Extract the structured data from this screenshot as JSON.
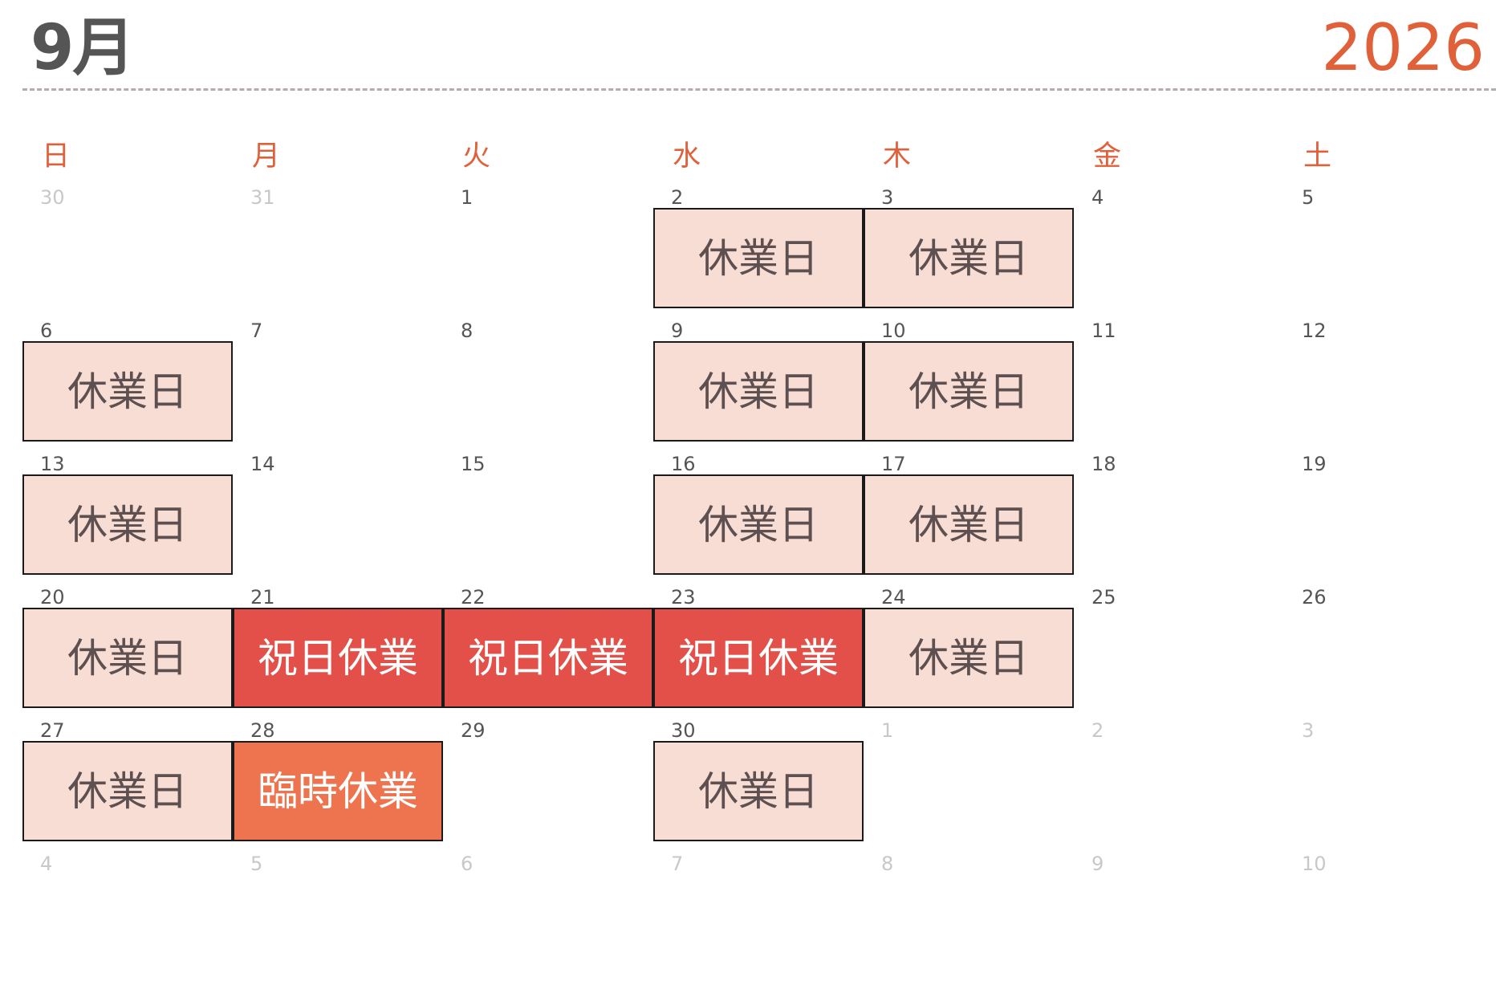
{
  "header": {
    "month": "9月",
    "year": "2026"
  },
  "weekdays": [
    "日",
    "月",
    "火",
    "水",
    "木",
    "金",
    "土"
  ],
  "colors": {
    "accent": "#e0603a",
    "rest_bg": "#f8ddd5",
    "holiday_bg": "#e25049",
    "temp_bg": "#ee7450"
  },
  "weeks": [
    [
      {
        "day": "30",
        "other": true,
        "label": "",
        "kind": ""
      },
      {
        "day": "31",
        "other": true,
        "label": "",
        "kind": ""
      },
      {
        "day": "1",
        "other": false,
        "label": "",
        "kind": ""
      },
      {
        "day": "2",
        "other": false,
        "label": "休業日",
        "kind": "rest"
      },
      {
        "day": "3",
        "other": false,
        "label": "休業日",
        "kind": "rest"
      },
      {
        "day": "4",
        "other": false,
        "label": "",
        "kind": ""
      },
      {
        "day": "5",
        "other": false,
        "label": "",
        "kind": ""
      }
    ],
    [
      {
        "day": "6",
        "other": false,
        "label": "休業日",
        "kind": "rest"
      },
      {
        "day": "7",
        "other": false,
        "label": "",
        "kind": ""
      },
      {
        "day": "8",
        "other": false,
        "label": "",
        "kind": ""
      },
      {
        "day": "9",
        "other": false,
        "label": "休業日",
        "kind": "rest"
      },
      {
        "day": "10",
        "other": false,
        "label": "休業日",
        "kind": "rest"
      },
      {
        "day": "11",
        "other": false,
        "label": "",
        "kind": ""
      },
      {
        "day": "12",
        "other": false,
        "label": "",
        "kind": ""
      }
    ],
    [
      {
        "day": "13",
        "other": false,
        "label": "休業日",
        "kind": "rest"
      },
      {
        "day": "14",
        "other": false,
        "label": "",
        "kind": ""
      },
      {
        "day": "15",
        "other": false,
        "label": "",
        "kind": ""
      },
      {
        "day": "16",
        "other": false,
        "label": "休業日",
        "kind": "rest"
      },
      {
        "day": "17",
        "other": false,
        "label": "休業日",
        "kind": "rest"
      },
      {
        "day": "18",
        "other": false,
        "label": "",
        "kind": ""
      },
      {
        "day": "19",
        "other": false,
        "label": "",
        "kind": ""
      }
    ],
    [
      {
        "day": "20",
        "other": false,
        "label": "休業日",
        "kind": "rest"
      },
      {
        "day": "21",
        "other": false,
        "label": "祝日休業",
        "kind": "holiday"
      },
      {
        "day": "22",
        "other": false,
        "label": "祝日休業",
        "kind": "holiday"
      },
      {
        "day": "23",
        "other": false,
        "label": "祝日休業",
        "kind": "holiday"
      },
      {
        "day": "24",
        "other": false,
        "label": "休業日",
        "kind": "rest"
      },
      {
        "day": "25",
        "other": false,
        "label": "",
        "kind": ""
      },
      {
        "day": "26",
        "other": false,
        "label": "",
        "kind": ""
      }
    ],
    [
      {
        "day": "27",
        "other": false,
        "label": "休業日",
        "kind": "rest"
      },
      {
        "day": "28",
        "other": false,
        "label": "臨時休業",
        "kind": "temp"
      },
      {
        "day": "29",
        "other": false,
        "label": "",
        "kind": ""
      },
      {
        "day": "30",
        "other": false,
        "label": "休業日",
        "kind": "rest"
      },
      {
        "day": "1",
        "other": true,
        "label": "",
        "kind": ""
      },
      {
        "day": "2",
        "other": true,
        "label": "",
        "kind": ""
      },
      {
        "day": "3",
        "other": true,
        "label": "",
        "kind": ""
      }
    ],
    [
      {
        "day": "4",
        "other": true,
        "label": "",
        "kind": ""
      },
      {
        "day": "5",
        "other": true,
        "label": "",
        "kind": ""
      },
      {
        "day": "6",
        "other": true,
        "label": "",
        "kind": ""
      },
      {
        "day": "7",
        "other": true,
        "label": "",
        "kind": ""
      },
      {
        "day": "8",
        "other": true,
        "label": "",
        "kind": ""
      },
      {
        "day": "9",
        "other": true,
        "label": "",
        "kind": ""
      },
      {
        "day": "10",
        "other": true,
        "label": "",
        "kind": ""
      }
    ]
  ]
}
